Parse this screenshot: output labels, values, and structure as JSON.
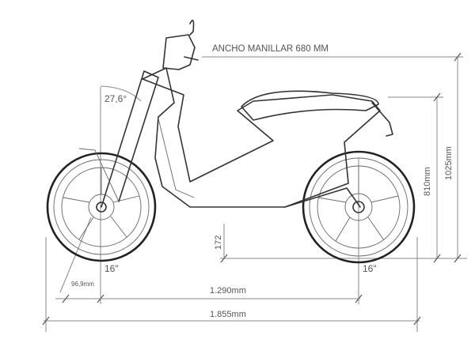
{
  "labels": {
    "handlebar_width": "ANCHO MANILLAR 680 MM",
    "steering_angle": "27,6°",
    "total_height": "1025mm",
    "seat_height": "810mm",
    "ground_clearance": "172",
    "front_wheel": "16\"",
    "rear_wheel": "16\"",
    "trail": "96,9mm",
    "wheelbase": "1.290mm",
    "total_length": "1.855mm"
  }
}
